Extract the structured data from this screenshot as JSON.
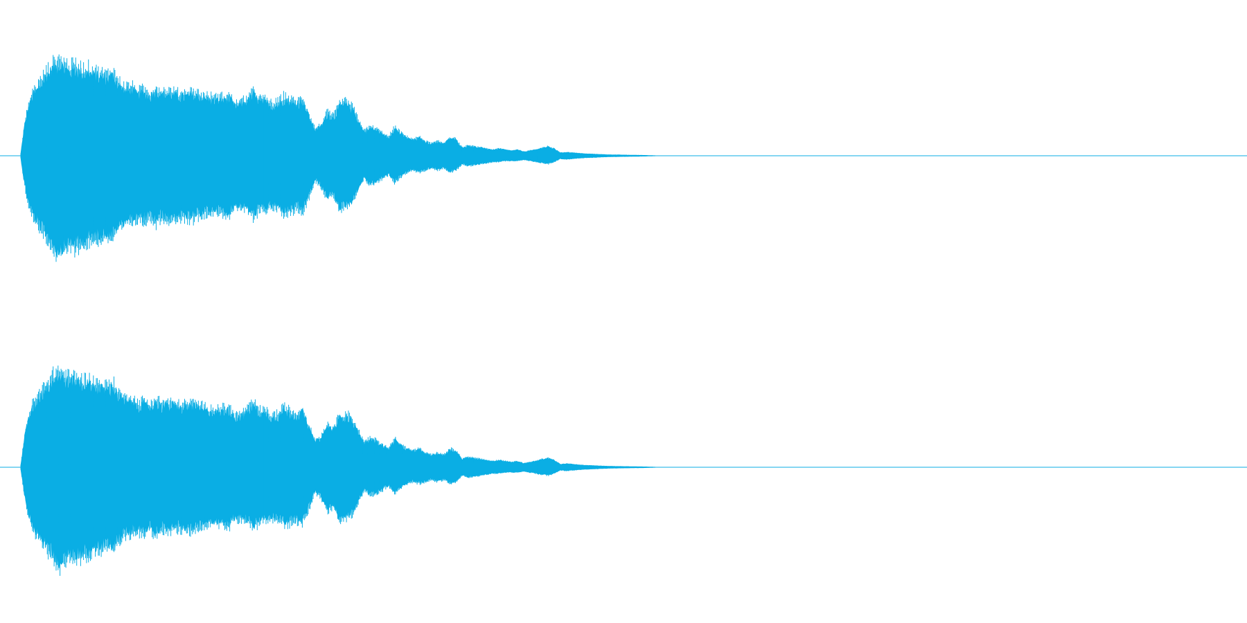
{
  "chart_data": {
    "type": "area",
    "title": "",
    "xlabel": "",
    "ylabel": "",
    "color": "#0aaee4",
    "background": "#ffffff",
    "grid": false,
    "legend": "none",
    "ylim": [
      -1,
      1
    ],
    "xlim": [
      0,
      1
    ],
    "series": [
      {
        "channel": 1,
        "envelope": {
          "x": [
            0.0,
            0.003,
            0.006,
            0.01,
            0.015,
            0.02,
            0.025,
            0.03,
            0.035,
            0.04,
            0.045,
            0.05,
            0.055,
            0.06,
            0.065,
            0.07,
            0.075,
            0.08,
            0.085,
            0.09,
            0.095,
            0.1,
            0.105,
            0.11,
            0.115,
            0.12,
            0.13,
            0.14,
            0.15,
            0.16,
            0.17,
            0.175,
            0.18,
            0.185,
            0.19,
            0.195,
            0.2,
            0.205,
            0.21,
            0.215,
            0.22,
            0.225,
            0.23,
            0.235,
            0.24,
            0.245,
            0.25,
            0.255,
            0.26,
            0.265,
            0.27,
            0.275,
            0.28,
            0.285,
            0.29,
            0.295,
            0.3,
            0.305,
            0.31,
            0.315,
            0.32,
            0.325,
            0.33,
            0.335,
            0.34,
            0.345,
            0.35,
            0.355,
            0.36,
            0.365,
            0.37,
            0.375,
            0.38,
            0.385,
            0.39,
            0.395,
            0.4,
            0.405,
            0.41,
            0.415,
            0.42,
            0.425,
            0.43,
            0.435,
            0.44,
            0.445,
            0.45,
            0.455,
            0.46,
            0.465,
            0.47,
            0.48,
            0.49,
            0.5,
            0.51,
            0.52
          ],
          "upper": [
            0.02,
            0.3,
            0.48,
            0.62,
            0.7,
            0.8,
            0.87,
            0.94,
            0.9,
            0.86,
            0.88,
            0.84,
            0.85,
            0.82,
            0.8,
            0.78,
            0.82,
            0.72,
            0.66,
            0.68,
            0.62,
            0.64,
            0.6,
            0.66,
            0.62,
            0.63,
            0.6,
            0.62,
            0.58,
            0.56,
            0.58,
            0.5,
            0.52,
            0.56,
            0.62,
            0.55,
            0.54,
            0.5,
            0.52,
            0.58,
            0.54,
            0.52,
            0.56,
            0.4,
            0.26,
            0.3,
            0.42,
            0.38,
            0.5,
            0.52,
            0.48,
            0.36,
            0.24,
            0.28,
            0.26,
            0.22,
            0.18,
            0.28,
            0.22,
            0.18,
            0.16,
            0.18,
            0.14,
            0.12,
            0.14,
            0.12,
            0.18,
            0.16,
            0.08,
            0.1,
            0.09,
            0.08,
            0.07,
            0.06,
            0.07,
            0.06,
            0.05,
            0.06,
            0.04,
            0.05,
            0.06,
            0.08,
            0.09,
            0.07,
            0.03,
            0.035,
            0.03,
            0.025,
            0.02,
            0.018,
            0.015,
            0.01,
            0.008,
            0.006,
            0.004,
            0.0
          ],
          "lower": [
            -0.02,
            -0.28,
            -0.46,
            -0.6,
            -0.7,
            -0.78,
            -0.86,
            -0.98,
            -0.92,
            -0.88,
            -0.9,
            -0.86,
            -0.84,
            -0.82,
            -0.8,
            -0.78,
            -0.8,
            -0.72,
            -0.66,
            -0.64,
            -0.62,
            -0.64,
            -0.6,
            -0.66,
            -0.6,
            -0.62,
            -0.6,
            -0.62,
            -0.56,
            -0.54,
            -0.58,
            -0.5,
            -0.5,
            -0.54,
            -0.6,
            -0.52,
            -0.52,
            -0.5,
            -0.52,
            -0.56,
            -0.54,
            -0.52,
            -0.54,
            -0.4,
            -0.24,
            -0.3,
            -0.42,
            -0.38,
            -0.52,
            -0.5,
            -0.46,
            -0.34,
            -0.22,
            -0.28,
            -0.26,
            -0.22,
            -0.18,
            -0.26,
            -0.2,
            -0.16,
            -0.14,
            -0.16,
            -0.14,
            -0.12,
            -0.14,
            -0.12,
            -0.16,
            -0.14,
            -0.08,
            -0.1,
            -0.09,
            -0.08,
            -0.07,
            -0.06,
            -0.06,
            -0.05,
            -0.05,
            -0.05,
            -0.04,
            -0.05,
            -0.06,
            -0.07,
            -0.08,
            -0.06,
            -0.03,
            -0.035,
            -0.03,
            -0.025,
            -0.02,
            -0.018,
            -0.015,
            -0.01,
            -0.008,
            -0.006,
            -0.004,
            -0.0
          ]
        }
      },
      {
        "channel": 2,
        "envelope": {
          "x": [
            0.0,
            0.003,
            0.006,
            0.01,
            0.015,
            0.02,
            0.025,
            0.03,
            0.035,
            0.04,
            0.045,
            0.05,
            0.055,
            0.06,
            0.065,
            0.07,
            0.075,
            0.08,
            0.085,
            0.09,
            0.095,
            0.1,
            0.105,
            0.11,
            0.115,
            0.12,
            0.13,
            0.14,
            0.15,
            0.16,
            0.17,
            0.175,
            0.18,
            0.185,
            0.19,
            0.195,
            0.2,
            0.205,
            0.21,
            0.215,
            0.22,
            0.225,
            0.23,
            0.235,
            0.24,
            0.245,
            0.25,
            0.255,
            0.26,
            0.265,
            0.27,
            0.275,
            0.28,
            0.285,
            0.29,
            0.295,
            0.3,
            0.305,
            0.31,
            0.315,
            0.32,
            0.325,
            0.33,
            0.335,
            0.34,
            0.345,
            0.35,
            0.355,
            0.36,
            0.365,
            0.37,
            0.375,
            0.38,
            0.385,
            0.39,
            0.395,
            0.4,
            0.405,
            0.41,
            0.415,
            0.42,
            0.425,
            0.43,
            0.435,
            0.44,
            0.445,
            0.45,
            0.455,
            0.46,
            0.465,
            0.47,
            0.48,
            0.49,
            0.5,
            0.51,
            0.52
          ],
          "upper": [
            0.02,
            0.3,
            0.48,
            0.62,
            0.7,
            0.8,
            0.87,
            0.94,
            0.9,
            0.86,
            0.88,
            0.84,
            0.85,
            0.82,
            0.8,
            0.78,
            0.82,
            0.72,
            0.66,
            0.68,
            0.62,
            0.64,
            0.6,
            0.66,
            0.62,
            0.63,
            0.6,
            0.62,
            0.58,
            0.56,
            0.58,
            0.5,
            0.52,
            0.56,
            0.62,
            0.55,
            0.54,
            0.5,
            0.52,
            0.58,
            0.54,
            0.52,
            0.56,
            0.4,
            0.26,
            0.3,
            0.42,
            0.38,
            0.5,
            0.52,
            0.48,
            0.36,
            0.24,
            0.28,
            0.26,
            0.22,
            0.18,
            0.28,
            0.22,
            0.18,
            0.16,
            0.18,
            0.14,
            0.12,
            0.14,
            0.12,
            0.18,
            0.16,
            0.08,
            0.1,
            0.09,
            0.08,
            0.07,
            0.06,
            0.07,
            0.06,
            0.05,
            0.06,
            0.04,
            0.05,
            0.06,
            0.08,
            0.09,
            0.07,
            0.03,
            0.035,
            0.03,
            0.025,
            0.02,
            0.018,
            0.015,
            0.01,
            0.008,
            0.006,
            0.004,
            0.0
          ],
          "lower": [
            -0.02,
            -0.28,
            -0.46,
            -0.6,
            -0.7,
            -0.78,
            -0.86,
            -0.98,
            -0.92,
            -0.88,
            -0.9,
            -0.86,
            -0.84,
            -0.82,
            -0.8,
            -0.78,
            -0.8,
            -0.72,
            -0.66,
            -0.64,
            -0.62,
            -0.64,
            -0.6,
            -0.66,
            -0.6,
            -0.62,
            -0.6,
            -0.62,
            -0.56,
            -0.54,
            -0.58,
            -0.5,
            -0.5,
            -0.54,
            -0.6,
            -0.52,
            -0.52,
            -0.5,
            -0.52,
            -0.56,
            -0.54,
            -0.52,
            -0.54,
            -0.4,
            -0.24,
            -0.3,
            -0.42,
            -0.38,
            -0.52,
            -0.5,
            -0.46,
            -0.34,
            -0.22,
            -0.28,
            -0.26,
            -0.22,
            -0.18,
            -0.26,
            -0.2,
            -0.16,
            -0.14,
            -0.16,
            -0.14,
            -0.12,
            -0.14,
            -0.12,
            -0.16,
            -0.14,
            -0.08,
            -0.1,
            -0.09,
            -0.08,
            -0.07,
            -0.06,
            -0.06,
            -0.05,
            -0.05,
            -0.05,
            -0.04,
            -0.05,
            -0.06,
            -0.07,
            -0.08,
            -0.06,
            -0.03,
            -0.035,
            -0.03,
            -0.025,
            -0.02,
            -0.018,
            -0.015,
            -0.01,
            -0.008,
            -0.006,
            -0.004,
            -0.0
          ]
        }
      }
    ]
  }
}
